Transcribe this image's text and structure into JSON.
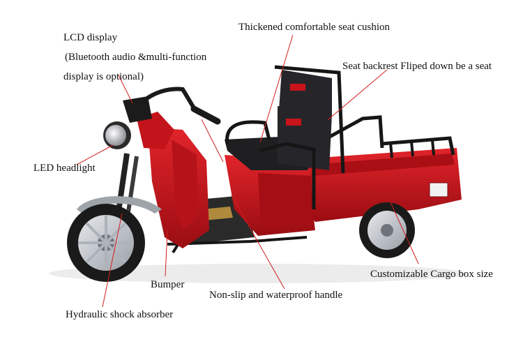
{
  "labels": {
    "lcd_line1": "LCD display",
    "lcd_line2": "(Bluetooth audio &multi-function",
    "lcd_line3": "display is optional)",
    "seat_cushion": "Thickened comfortable seat cushion",
    "seat_backrest": "Seat backrest Fliped down be a seat",
    "led_headlight": "LED headlight",
    "bumper": "Bumper",
    "handle": "Non-slip and waterproof handle",
    "cargo_box": "Customizable Cargo box size",
    "shock_absorber": "Hydraulic shock absorber"
  },
  "colors": {
    "body_red": "#c8131a",
    "dark_red": "#8e0c10",
    "seat_black": "#1f1f22",
    "frame_black": "#161616",
    "callout_line": "#d21f1f",
    "tire": "#1a1a1a",
    "rim": "#c9ccd1"
  }
}
